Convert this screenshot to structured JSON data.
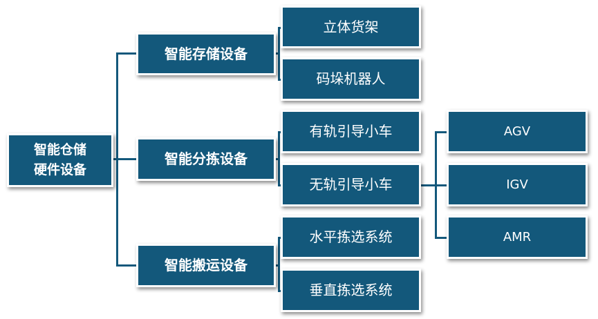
{
  "colors": {
    "box_fill": "#13587b",
    "box_border": "#ffffff",
    "connector": "#13587b"
  },
  "root": {
    "line1": "智能仓储",
    "line2": "硬件设备"
  },
  "categories": [
    {
      "label": "智能存储设备",
      "items": [
        "立体货架",
        "码垛机器人"
      ]
    },
    {
      "label": "智能分拣设备",
      "items": [
        "有轨引导小车",
        "无轨引导小车"
      ]
    },
    {
      "label": "智能搬运设备",
      "items": [
        "水平拣选系统",
        "垂直拣选系统"
      ]
    }
  ],
  "vehicle_types": [
    "AGV",
    "IGV",
    "AMR"
  ]
}
